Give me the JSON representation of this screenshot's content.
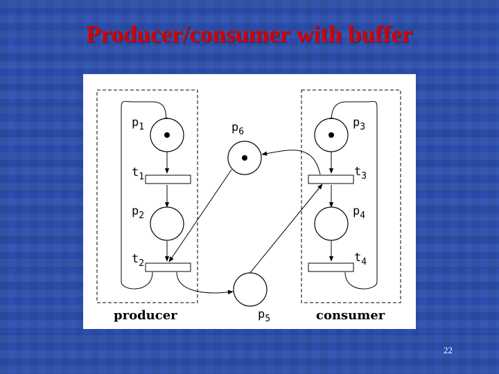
{
  "slide": {
    "title": "Producer/consumer with buffer",
    "page_number": "22"
  },
  "diagram": {
    "groups": {
      "producer": "producer",
      "consumer": "consumer"
    },
    "places": [
      {
        "id": "p1",
        "letter": "p",
        "index": "1",
        "tokens": 1
      },
      {
        "id": "p2",
        "letter": "p",
        "index": "2",
        "tokens": 0
      },
      {
        "id": "p3",
        "letter": "p",
        "index": "3",
        "tokens": 1
      },
      {
        "id": "p4",
        "letter": "p",
        "index": "4",
        "tokens": 0
      },
      {
        "id": "p5",
        "letter": "p",
        "index": "5",
        "tokens": 0
      },
      {
        "id": "p6",
        "letter": "p",
        "index": "6",
        "tokens": 1
      }
    ],
    "transitions": [
      {
        "id": "t1",
        "letter": "t",
        "index": "1"
      },
      {
        "id": "t2",
        "letter": "t",
        "index": "2"
      },
      {
        "id": "t3",
        "letter": "t",
        "index": "3"
      },
      {
        "id": "t4",
        "letter": "t",
        "index": "4"
      }
    ],
    "arcs": [
      [
        "p1",
        "t1"
      ],
      [
        "t1",
        "p2"
      ],
      [
        "p2",
        "t2"
      ],
      [
        "t2",
        "p1"
      ],
      [
        "p3",
        "t3"
      ],
      [
        "t3",
        "p4"
      ],
      [
        "p4",
        "t4"
      ],
      [
        "t4",
        "p3"
      ],
      [
        "p6",
        "t2"
      ],
      [
        "t2",
        "p5"
      ],
      [
        "p5",
        "t3"
      ],
      [
        "t3",
        "p6"
      ]
    ]
  }
}
